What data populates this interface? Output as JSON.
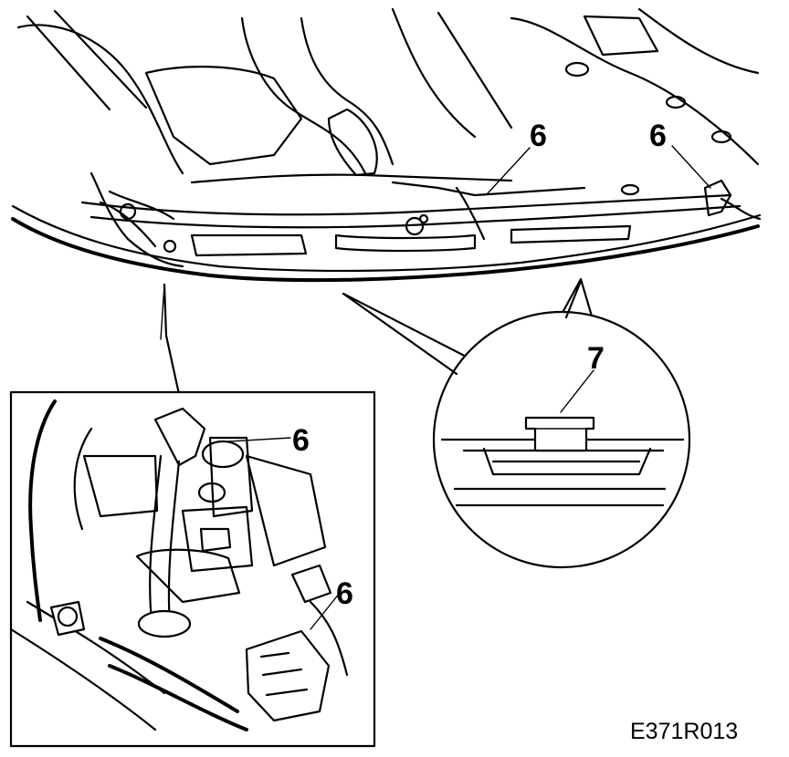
{
  "figure": {
    "code": "E371R013",
    "callouts": {
      "main_left": "6",
      "main_right": "6",
      "circle_detail": "7",
      "inset_upper": "6",
      "inset_lower": "6"
    }
  },
  "colors": {
    "line": "#000000",
    "background": "#ffffff"
  }
}
